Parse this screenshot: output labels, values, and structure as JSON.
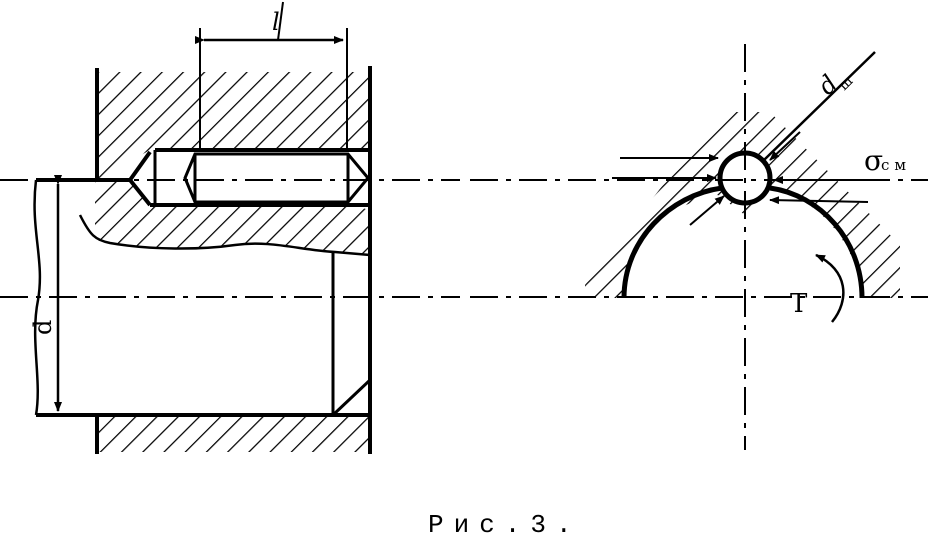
{
  "labels": {
    "length": "l",
    "shaft_diameter": "d",
    "pin_diameter": "d",
    "pin_diameter_subscript": "ш",
    "stress_symbol": "σ",
    "stress_subscript": "см",
    "torque": "T"
  },
  "caption": "Рис.3.",
  "colors": {
    "line": "#000000",
    "background": "#ffffff"
  }
}
